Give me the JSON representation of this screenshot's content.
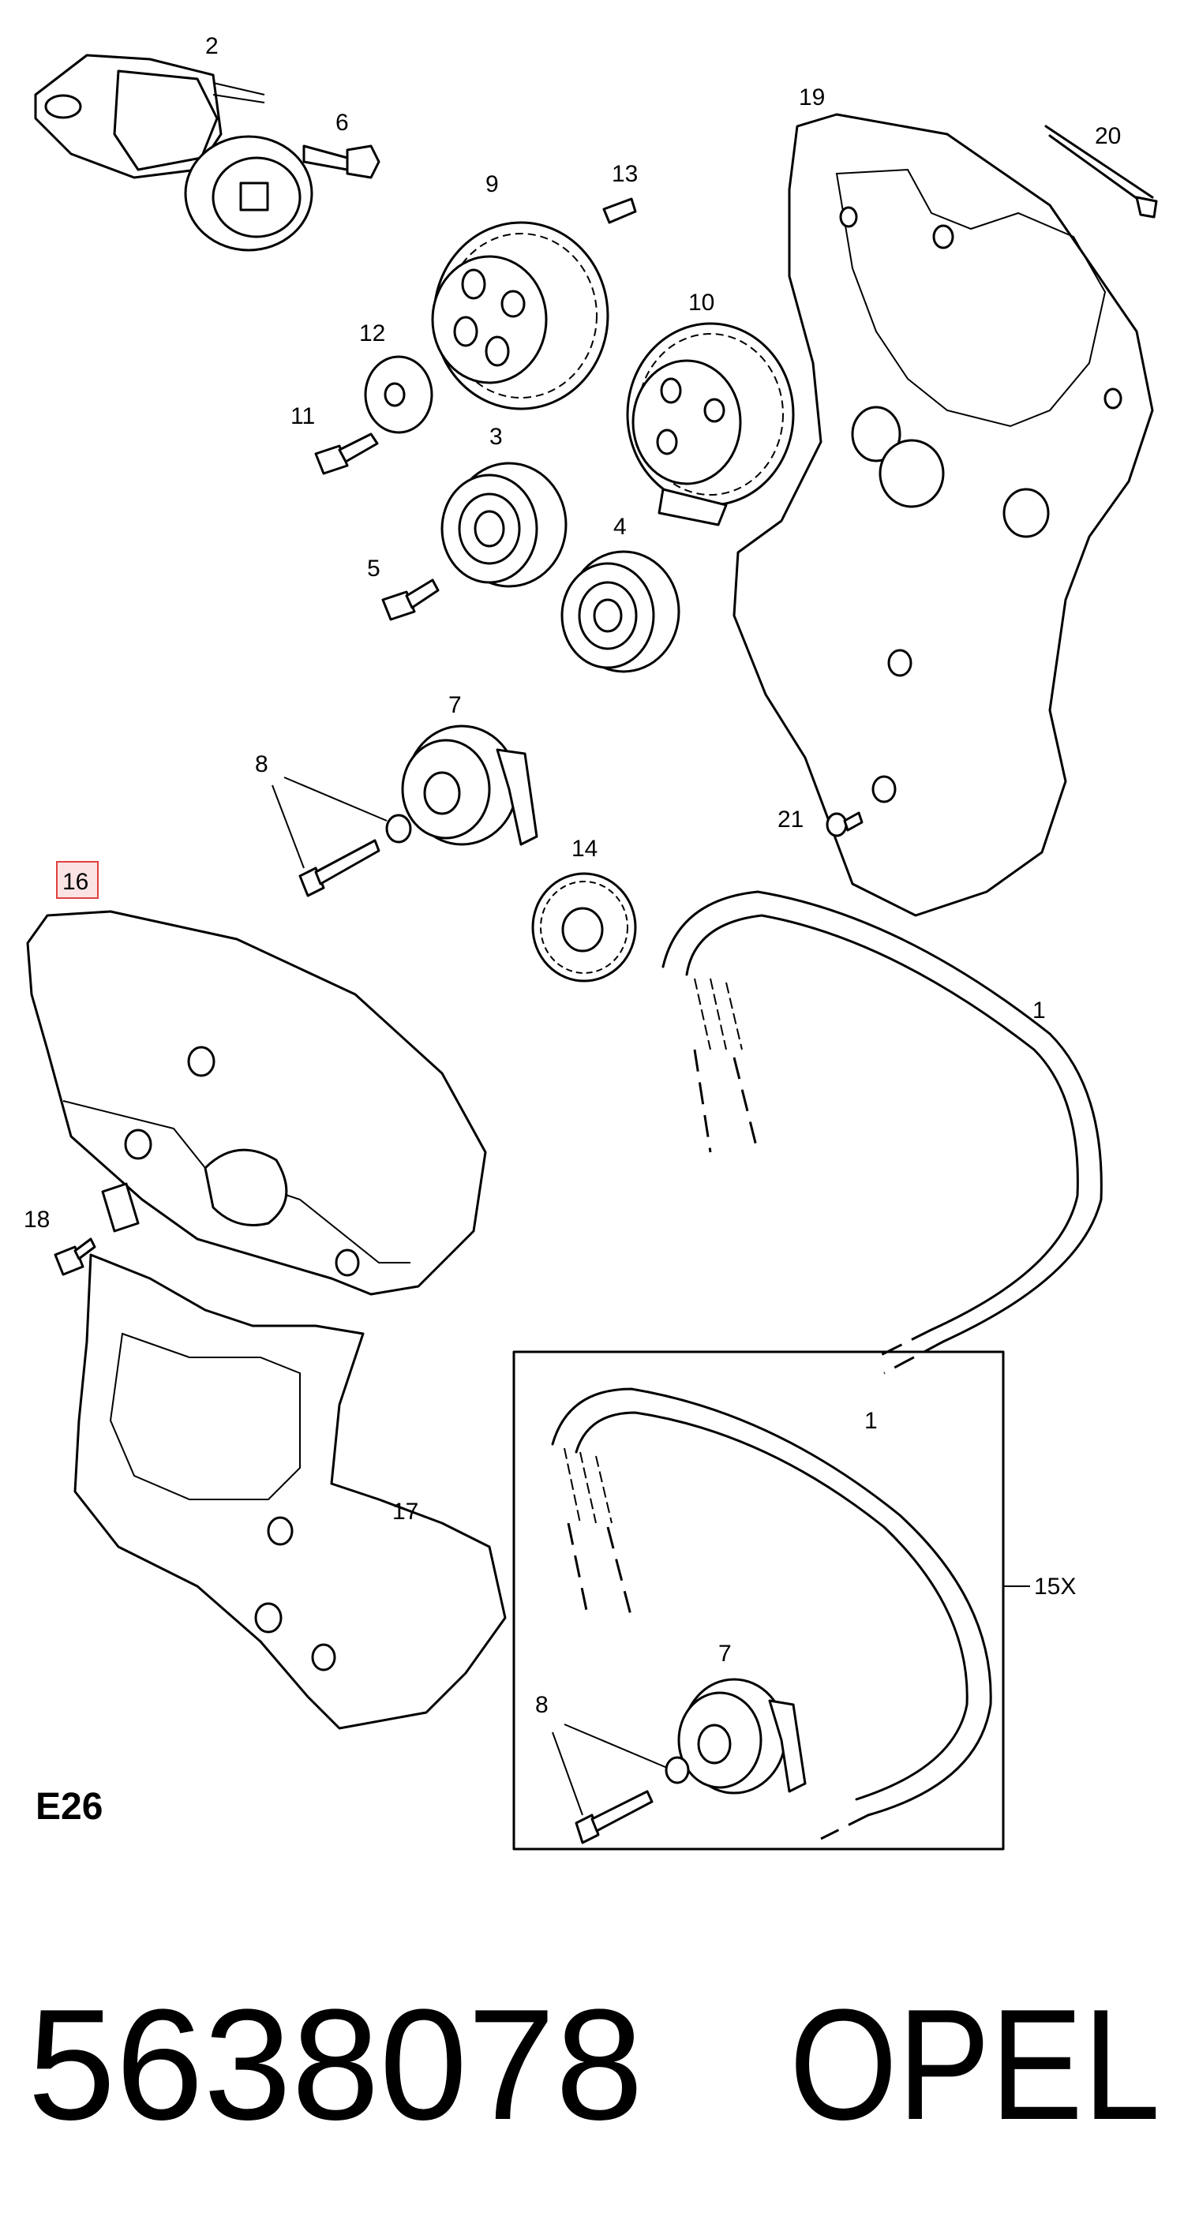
{
  "diagram": {
    "section_code": "E26",
    "highlight_color": "#e04040",
    "callouts": [
      {
        "id": "c2",
        "text": "2"
      },
      {
        "id": "c6",
        "text": "6"
      },
      {
        "id": "c9",
        "text": "9"
      },
      {
        "id": "c13",
        "text": "13"
      },
      {
        "id": "c19",
        "text": "19"
      },
      {
        "id": "c20",
        "text": "20"
      },
      {
        "id": "c10",
        "text": "10"
      },
      {
        "id": "c12",
        "text": "12"
      },
      {
        "id": "c11",
        "text": "11"
      },
      {
        "id": "c3",
        "text": "3"
      },
      {
        "id": "c4",
        "text": "4"
      },
      {
        "id": "c5",
        "text": "5"
      },
      {
        "id": "c7",
        "text": "7"
      },
      {
        "id": "c8",
        "text": "8"
      },
      {
        "id": "c21",
        "text": "21"
      },
      {
        "id": "c14",
        "text": "14"
      },
      {
        "id": "c16",
        "text": "16"
      },
      {
        "id": "c1",
        "text": "1"
      },
      {
        "id": "c18",
        "text": "18"
      },
      {
        "id": "c17",
        "text": "17"
      },
      {
        "id": "c1b",
        "text": "1"
      },
      {
        "id": "c15x",
        "text": "15X"
      },
      {
        "id": "c7b",
        "text": "7"
      },
      {
        "id": "c8b",
        "text": "8"
      }
    ]
  },
  "footer": {
    "part_number": "5638078",
    "brand": "OPEL"
  }
}
